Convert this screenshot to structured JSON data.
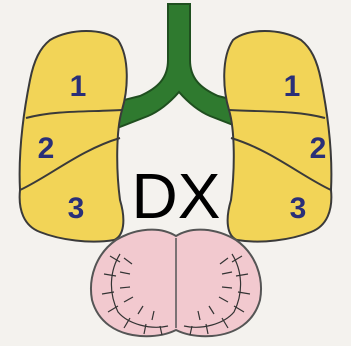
{
  "diagram": {
    "center_label": "DX",
    "left_lung": {
      "lobes": [
        "1",
        "2",
        "3"
      ]
    },
    "right_lung": {
      "lobes": [
        "1",
        "2",
        "3"
      ]
    },
    "colors": {
      "background": "#ffffff",
      "paper_tint": "#f4f2ee",
      "lung_fill": "#f2d457",
      "lung_stroke": "#3a3a3a",
      "airway": "#2f7a2f",
      "airway_stroke": "#1f4f1f",
      "lobe_number": "#2a2f78",
      "diaphragm_fill": "#f2c9cf",
      "diaphragm_stroke": "#555555"
    }
  }
}
